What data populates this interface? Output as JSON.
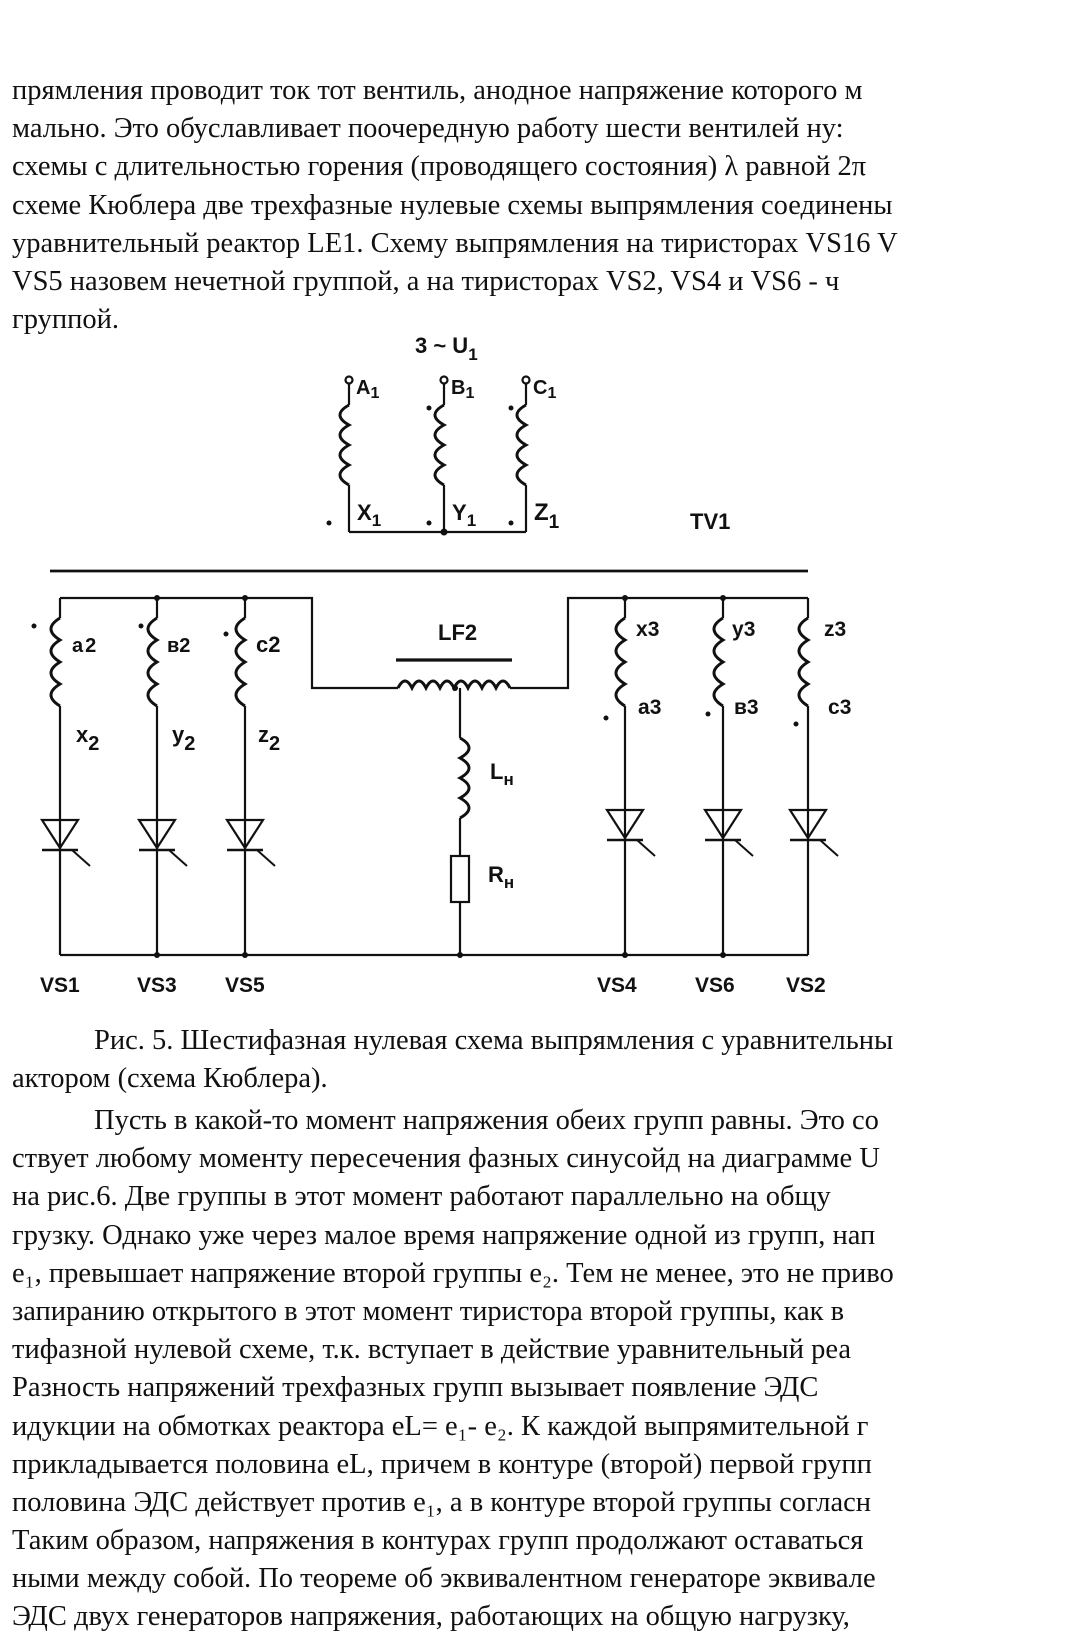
{
  "paragraph_top": [
    "прямления проводит ток тот вентиль, анодное напряжение которого м",
    "мально. Это обуславливает поочередную работу шести вентилей ну:",
    "схемы с длительностью горения (проводящего состояния) λ равной 2π",
    "схеме Кюблера две трехфазные нулевые схемы выпрямления соединены",
    "уравнительный реактор LE1.  Схему выпрямления на тиристорах VS16 V",
    "VS5 назовем нечетной группой, а на тиристорах VS2, VS4 и VS6  - ч",
    "группой."
  ],
  "diagram": {
    "source_label": "3 ~ U",
    "source_sub": "1",
    "primary_terminals": [
      {
        "label": "A",
        "sub": "1"
      },
      {
        "label": "B",
        "sub": "1"
      },
      {
        "label": "C",
        "sub": "1"
      }
    ],
    "primary_ends": [
      {
        "label": "X",
        "sub": "1"
      },
      {
        "label": "Y",
        "sub": "1"
      },
      {
        "label": "Z",
        "sub": "1"
      }
    ],
    "transformer_label": "TV1",
    "left_group": {
      "top_labels": [
        {
          "label": "a",
          "sub": "2"
        },
        {
          "label": "в",
          "sub": "2"
        },
        {
          "label": "c",
          "sub": "2"
        }
      ],
      "bottom_labels": [
        {
          "label": "x",
          "sub": "2"
        },
        {
          "label": "y",
          "sub": "2"
        },
        {
          "label": "z",
          "sub": "2"
        }
      ],
      "thyristors": [
        "VS1",
        "VS3",
        "VS5"
      ]
    },
    "right_group": {
      "top_labels": [
        {
          "label": "x",
          "sub": "3"
        },
        {
          "label": "y",
          "sub": "3"
        },
        {
          "label": "z",
          "sub": "3"
        }
      ],
      "bottom_labels": [
        {
          "label": "a",
          "sub": "3"
        },
        {
          "label": "в",
          "sub": "3"
        },
        {
          "label": "c",
          "sub": "3"
        }
      ],
      "thyristors": [
        "VS4",
        "VS6",
        "VS2"
      ]
    },
    "reactor_label": "LF2",
    "load_inductor": {
      "label": "L",
      "sub": "н"
    },
    "load_resistor": {
      "label": "R",
      "sub": "н"
    }
  },
  "caption": [
    "Рис. 5. Шестифазная нулевая схема выпрямления с уравнительны",
    "актором (схема Кюблера)."
  ],
  "paragraph_bottom": [
    "Пусть в какой-то момент напряжения обеих групп равны. Это со",
    "ствует любому моменту пересечения фазных синусойд на диаграмме U",
    "на рис.6. Две группы в этот момент работают параллельно на общу",
    "грузку. Однако уже через малое время напряжение одной из групп, нап",
    "e₁, превышает напряжение второй группы e₂. Тем не менее, это не приво",
    "запиранию открытого в этот момент тиристора второй группы, как в",
    "тифазной нулевой схеме, т.к. вступает в действие уравнительный реа",
    "Разность напряжений трехфазных групп вызывает появление ЭДС",
    "идукции на обмотках реактора eL= e₁- e₂. К каждой выпрямительной г",
    "прикладывается половина eL, причем в контуре (второй) первой групп",
    "половина ЭДС действует против e₁, а в контуре второй группы согласн",
    "Таким образом, напряжения в контурах групп продолжают оставаться",
    "ными между собой. По теореме об эквивалентном генераторе эквивале",
    "ЭДС двух генераторов напряжения, работающих на общую нагрузку,"
  ]
}
